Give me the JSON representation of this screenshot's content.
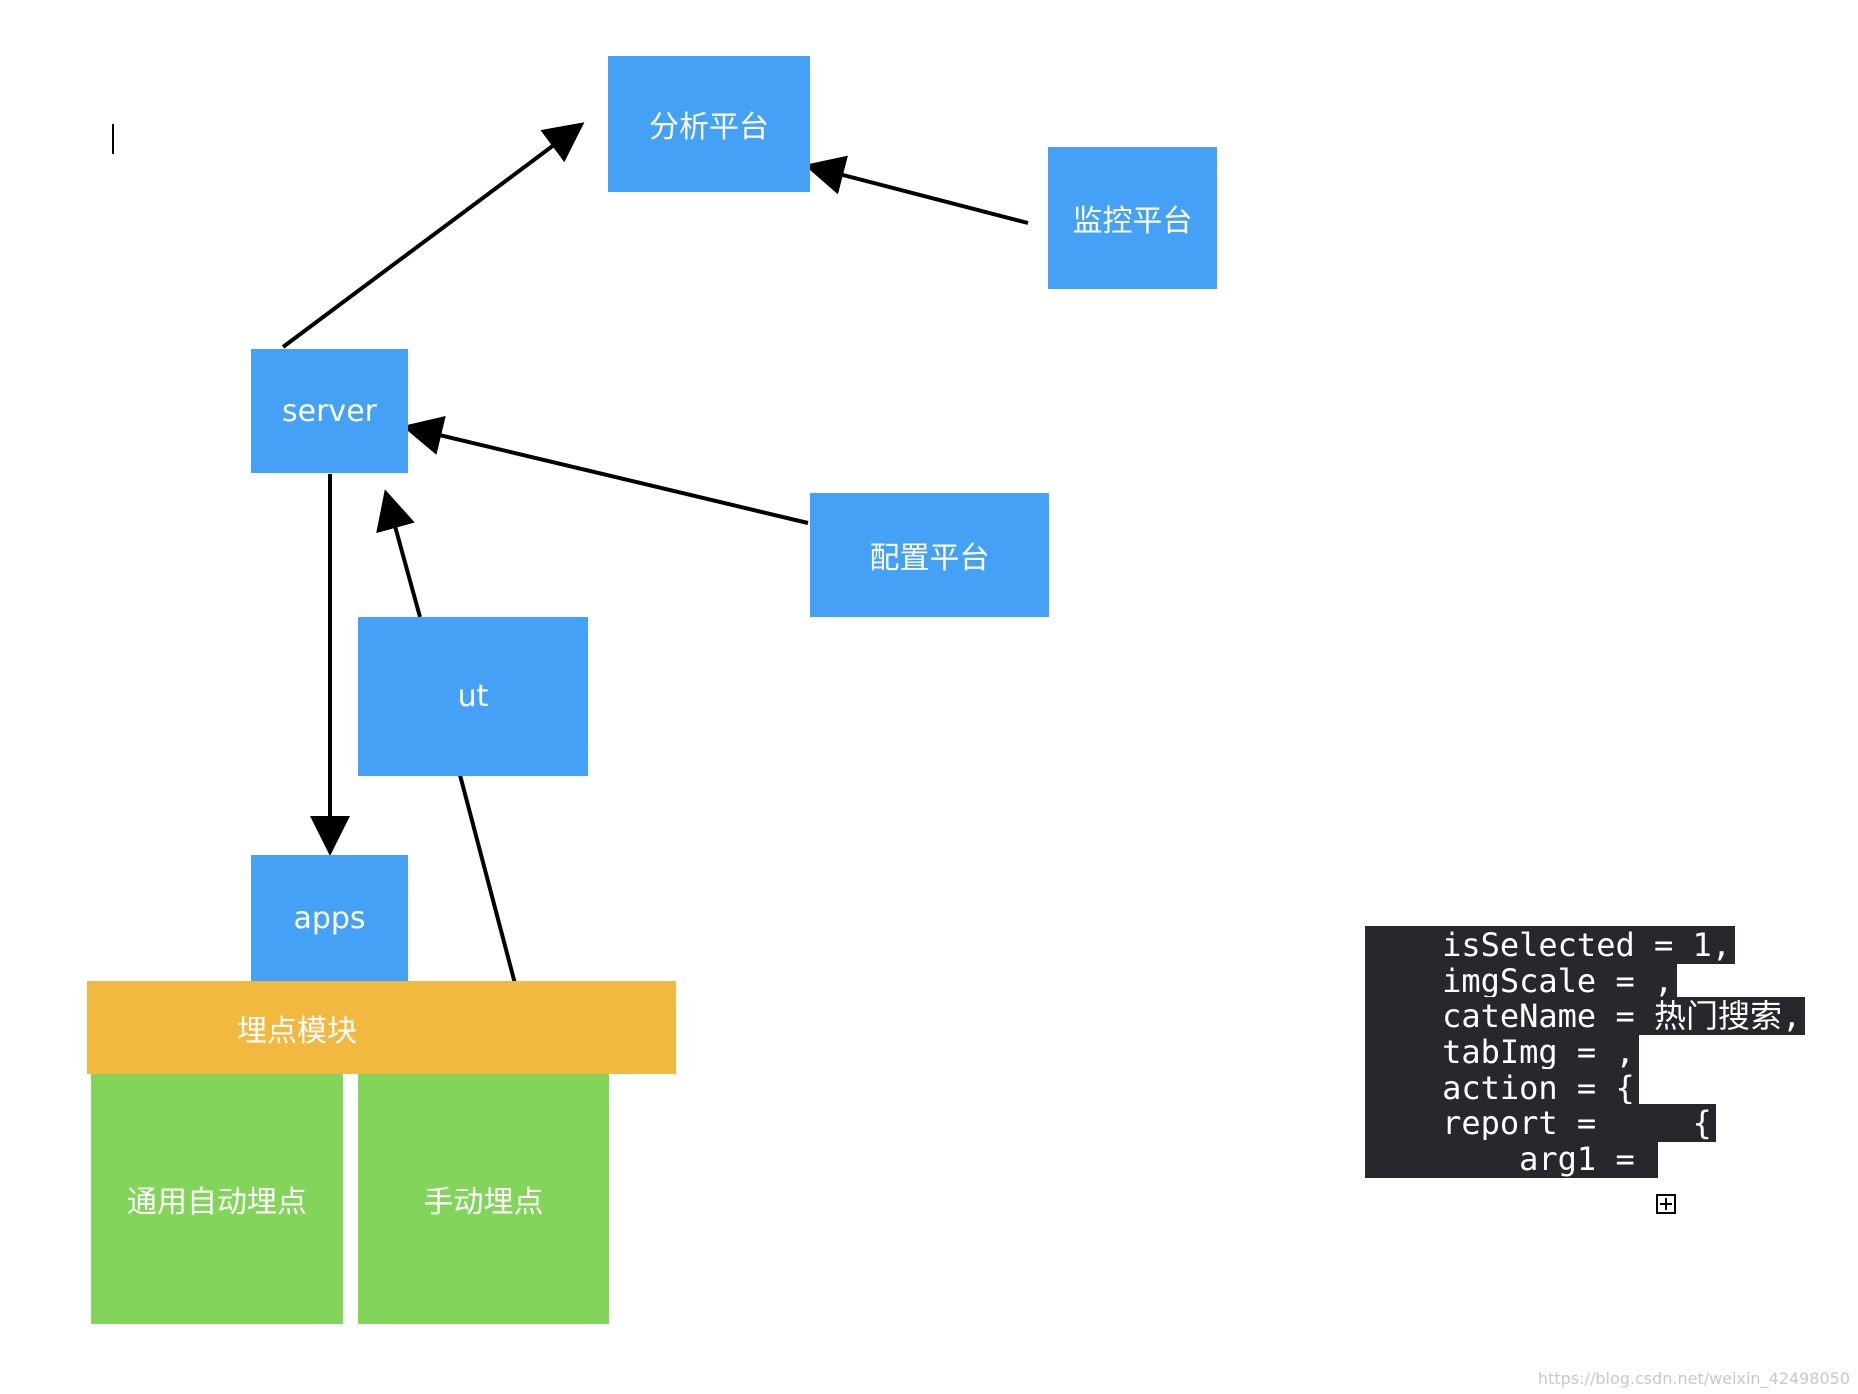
{
  "nodes": {
    "analysis": "分析平台",
    "monitor": "监控平台",
    "server": "server",
    "config": "配置平台",
    "ut": "ut",
    "apps": "apps",
    "tracking_module": "埋点模块",
    "auto_tracking": "通用自动埋点",
    "manual_tracking": "手动埋点"
  },
  "code_lines": [
    "    isSelected = 1,",
    "    imgScale = ,",
    "    cateName = 热门搜索,",
    "    tabImg = ,",
    "    action = {",
    "    report =     {",
    "        arg1 = "
  ],
  "watermark": "https://blog.csdn.net/weixin_42498050",
  "colors": {
    "node_blue": "#44a1f5",
    "module_orange": "#f1b93f",
    "leaf_green": "#82d45a",
    "code_bg": "#26282c"
  }
}
